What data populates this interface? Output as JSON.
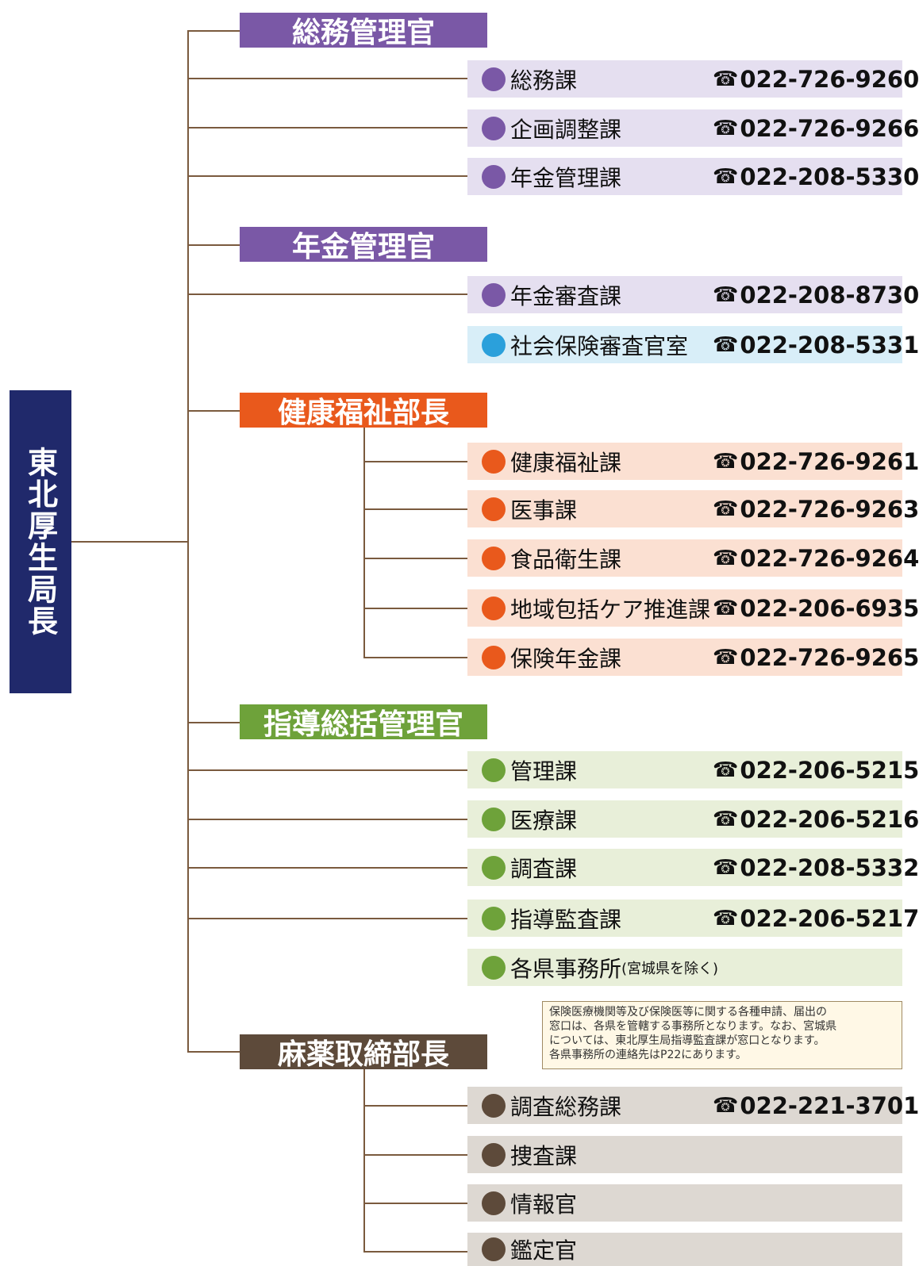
{
  "colors": {
    "line": "#7a5a3e",
    "navy": "#20296b",
    "purple": "#7a58a6",
    "orange": "#e9591c",
    "green": "#6ea23a",
    "brown": "#5d4a3a",
    "blue": "#2ba0db",
    "row_purple": "#e5dff0",
    "row_blue": "#d8eef8",
    "row_orange": "#fbe0d2",
    "row_green": "#e8efd9",
    "row_brown": "#ddd8d2"
  },
  "tel_icon": "telephone-icon",
  "tel_glyph": "☎",
  "head": {
    "title": "東北厚生局長"
  },
  "departments": [
    {
      "label": "総務管理官"
    },
    {
      "label": "年金管理官"
    },
    {
      "label": "健康福祉部長"
    },
    {
      "label": "指導総括管理官"
    },
    {
      "label": "麻薬取締部長"
    }
  ],
  "sections": [
    {
      "name": "総務課",
      "phone": "022-726-9260"
    },
    {
      "name": "企画調整課",
      "phone": "022-726-9266"
    },
    {
      "name": "年金管理課",
      "phone": "022-208-5330"
    },
    {
      "name": "年金審査課",
      "phone": "022-208-8730"
    },
    {
      "name": "社会保険審査官室",
      "phone": "022-208-5331"
    },
    {
      "name": "健康福祉課",
      "phone": "022-726-9261"
    },
    {
      "name": "医事課",
      "phone": "022-726-9263"
    },
    {
      "name": "食品衛生課",
      "phone": "022-726-9264"
    },
    {
      "name": "地域包括ケア推進課",
      "phone": "022-206-6935"
    },
    {
      "name": "保険年金課",
      "phone": "022-726-9265"
    },
    {
      "name": "管理課",
      "phone": "022-206-5215"
    },
    {
      "name": "医療課",
      "phone": "022-206-5216"
    },
    {
      "name": "調査課",
      "phone": "022-208-5332"
    },
    {
      "name": "指導監査課",
      "phone": "022-206-5217"
    },
    {
      "name": "各県事務所",
      "note": "(宮城県を除く)"
    },
    {
      "name": "調査総務課",
      "phone": "022-221-3701"
    },
    {
      "name": "捜査課"
    },
    {
      "name": "情報官"
    },
    {
      "name": "鑑定官"
    }
  ],
  "note": {
    "lines": [
      "保険医療機関等及び保険医等に関する各種申請、届出の",
      "窓口は、各県を管轄する事務所となります。なお、宮城県",
      "については、東北厚生局指導監査課が窓口となります。",
      "各県事務所の連絡先はP22にあります。"
    ]
  }
}
